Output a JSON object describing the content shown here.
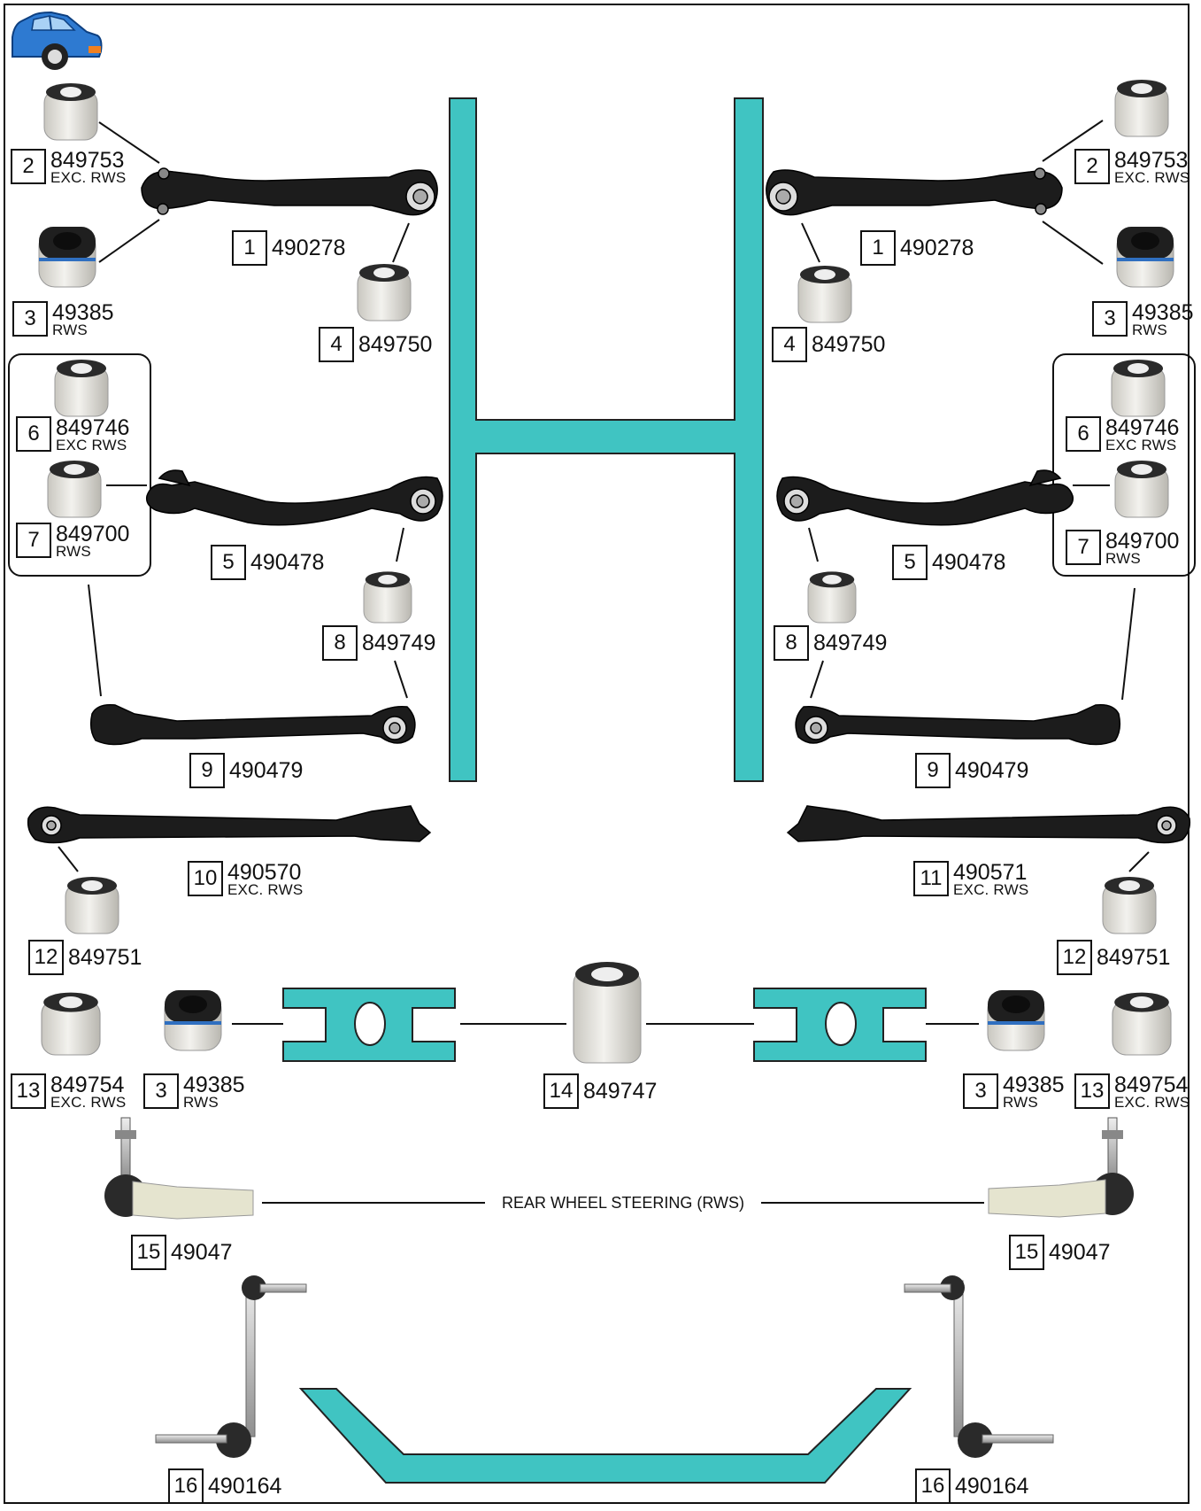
{
  "colors": {
    "frame": "#111111",
    "subframe": "#40c4c2",
    "part_dark": "#1c1c1c",
    "bushing": "#e8e6df",
    "car": "#2e7ad1"
  },
  "icons": [
    "car-icon"
  ],
  "labels": [
    {
      "id": "l2a",
      "num": "2",
      "part": "849753",
      "note": "EXC. RWS"
    },
    {
      "id": "l1a",
      "num": "1",
      "part": "490278",
      "note": ""
    },
    {
      "id": "l3a",
      "num": "3",
      "part": "49385",
      "note": "RWS"
    },
    {
      "id": "l4a",
      "num": "4",
      "part": "849750",
      "note": ""
    },
    {
      "id": "l6a",
      "num": "6",
      "part": "849746",
      "note": "EXC RWS"
    },
    {
      "id": "l7a",
      "num": "7",
      "part": "849700",
      "note": "RWS"
    },
    {
      "id": "l5a",
      "num": "5",
      "part": "490478",
      "note": ""
    },
    {
      "id": "l8a",
      "num": "8",
      "part": "849749",
      "note": ""
    },
    {
      "id": "l9a",
      "num": "9",
      "part": "490479",
      "note": ""
    },
    {
      "id": "l10",
      "num": "10",
      "part": "490570",
      "note": "EXC. RWS"
    },
    {
      "id": "l12a",
      "num": "12",
      "part": "849751",
      "note": ""
    },
    {
      "id": "l13a",
      "num": "13",
      "part": "849754",
      "note": "EXC. RWS"
    },
    {
      "id": "l3c",
      "num": "3",
      "part": "49385",
      "note": "RWS"
    },
    {
      "id": "l14",
      "num": "14",
      "part": "849747",
      "note": ""
    },
    {
      "id": "l15a",
      "num": "15",
      "part": "49047",
      "note": ""
    },
    {
      "id": "l16a",
      "num": "16",
      "part": "490164",
      "note": ""
    },
    {
      "id": "l2b",
      "num": "2",
      "part": "849753",
      "note": "EXC. RWS"
    },
    {
      "id": "l1b",
      "num": "1",
      "part": "490278",
      "note": ""
    },
    {
      "id": "l3b",
      "num": "3",
      "part": "49385",
      "note": "RWS"
    },
    {
      "id": "l4b",
      "num": "4",
      "part": "849750",
      "note": ""
    },
    {
      "id": "l6b",
      "num": "6",
      "part": "849746",
      "note": "EXC RWS"
    },
    {
      "id": "l7b",
      "num": "7",
      "part": "849700",
      "note": "RWS"
    },
    {
      "id": "l5b",
      "num": "5",
      "part": "490478",
      "note": ""
    },
    {
      "id": "l8b",
      "num": "8",
      "part": "849749",
      "note": ""
    },
    {
      "id": "l9b",
      "num": "9",
      "part": "490479",
      "note": ""
    },
    {
      "id": "l11",
      "num": "11",
      "part": "490571",
      "note": "EXC. RWS"
    },
    {
      "id": "l12b",
      "num": "12",
      "part": "849751",
      "note": ""
    },
    {
      "id": "l3d",
      "num": "3",
      "part": "49385",
      "note": "RWS"
    },
    {
      "id": "l13b",
      "num": "13",
      "part": "849754",
      "note": "EXC. RWS"
    },
    {
      "id": "l15b",
      "num": "15",
      "part": "49047",
      "note": ""
    },
    {
      "id": "l16b",
      "num": "16",
      "part": "490164",
      "note": ""
    }
  ],
  "rws_caption": "REAR WHEEL STEERING (RWS)"
}
